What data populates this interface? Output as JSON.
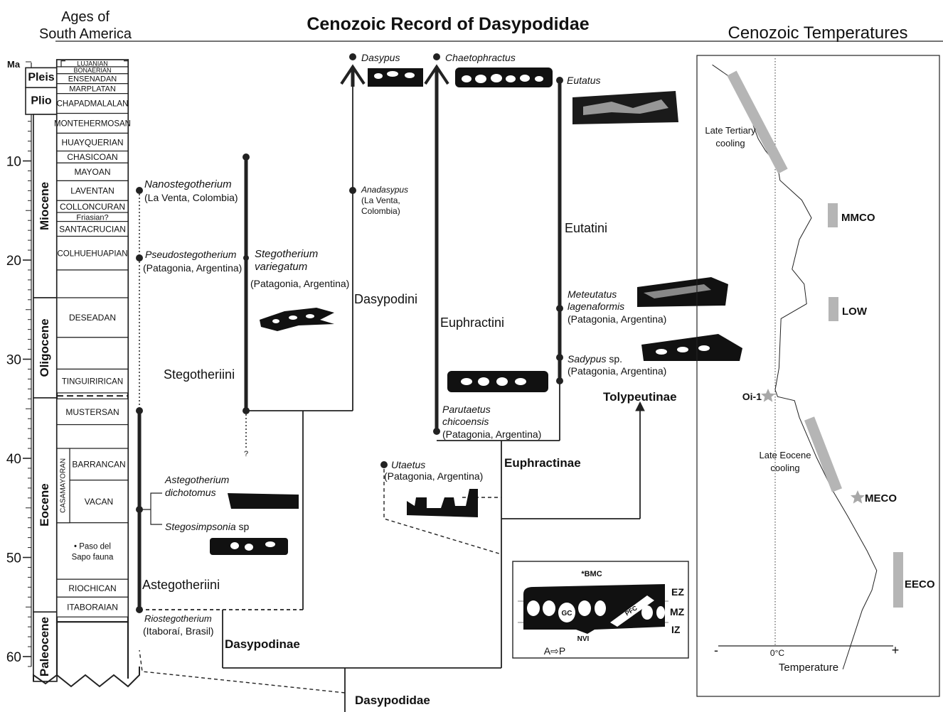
{
  "title": "Cenozoic Record of Dasypodidae",
  "sa_header": [
    "Ages of",
    "South America"
  ],
  "temp_header": "Cenozoic Temperatures",
  "axis": {
    "unit": "Ma",
    "ticks": [
      {
        "ma": 10,
        "label": "10"
      },
      {
        "ma": 20,
        "label": "20"
      },
      {
        "ma": 30,
        "label": "30"
      },
      {
        "ma": 40,
        "label": "40"
      },
      {
        "ma": 50,
        "label": "50"
      },
      {
        "ma": 60,
        "label": "60"
      }
    ]
  },
  "epochs": [
    {
      "label": "Pleis",
      "from": 0.6,
      "to": 2.6
    },
    {
      "label": "Plio",
      "from": 2.6,
      "to": 5.3
    },
    {
      "label": "Miocene",
      "from": 5.3,
      "to": 23.8
    },
    {
      "label": "Oligocene",
      "from": 23.8,
      "to": 33.9
    },
    {
      "label": "Eocene",
      "from": 33.9,
      "to": 55.5
    },
    {
      "label": "Paleocene",
      "from": 55.5,
      "to": 62.5
    }
  ],
  "salma": [
    {
      "label": "LUJANIAN",
      "from": -0.2,
      "to": 0.5
    },
    {
      "label": "BONAERIAN",
      "from": 0.5,
      "to": 1.2
    },
    {
      "label": "ENSENADAN",
      "from": 1.2,
      "to": 2.2
    },
    {
      "label": "MARPLATAN",
      "from": 2.2,
      "to": 3.2
    },
    {
      "label": "CHAPADMALALAN",
      "from": 3.2,
      "to": 5.2
    },
    {
      "label": "MONTEHERMOSAN",
      "from": 5.2,
      "to": 7.2
    },
    {
      "label": "HUAYQUERIAN",
      "from": 7.2,
      "to": 9.0
    },
    {
      "label": "CHASICOAN",
      "from": 9.0,
      "to": 10.2
    },
    {
      "label": "MAYOAN",
      "from": 10.2,
      "to": 12.0
    },
    {
      "label": "LAVENTAN",
      "from": 12.0,
      "to": 14.0
    },
    {
      "label": "COLLONCURAN",
      "from": 14.0,
      "to": 15.2
    },
    {
      "label": "Friasian?",
      "from": 15.2,
      "to": 16.1
    },
    {
      "label": "SANTACRUCIAN",
      "from": 16.1,
      "to": 17.6
    },
    {
      "label": "COLHUEHUAPIAN",
      "from": 17.6,
      "to": 21.0
    },
    {
      "label": "",
      "from": 21.0,
      "to": 23.8
    },
    {
      "label": "DESEADAN",
      "from": 23.8,
      "to": 27.8
    },
    {
      "label": "",
      "from": 27.8,
      "to": 31.0
    },
    {
      "label": "TINGUIRIRICAN",
      "from": 31.0,
      "to": 33.4
    },
    {
      "label": "MUSTERSAN",
      "from": 34.0,
      "to": 36.6
    },
    {
      "label": "",
      "from": 36.6,
      "to": 39.0
    },
    {
      "label": "BARRANCAN",
      "from": 39.0,
      "to": 42.2
    },
    {
      "label": "VACAN",
      "from": 42.2,
      "to": 46.5
    },
    {
      "label": "• Paso del\nSapo fauna",
      "from": 46.5,
      "to": 52.2
    },
    {
      "label": "RIOCHICAN",
      "from": 52.2,
      "to": 54.0
    },
    {
      "label": "ITABORAIAN",
      "from": 54.0,
      "to": 56.0
    }
  ],
  "casamayoran": {
    "label": "CASAMAYORAN",
    "from": 39.0,
    "to": 46.5
  },
  "taxa": [
    {
      "name": "Nanostegotherium",
      "locality": "(La Venta, Colombia)",
      "ma": 12.9
    },
    {
      "name": "Pseudostegotherium",
      "locality": "(Patagonia, Argentina)",
      "ma": 19.7
    },
    {
      "name": "Stegotherium variegatum",
      "locality": "(Patagonia, Argentina)",
      "ma": 19.7
    },
    {
      "name": "Astegotherium dichotomus",
      "locality": "",
      "ma": 45.0
    },
    {
      "name": "Stegosimpsonia sp",
      "locality": "",
      "ma": 45.0
    },
    {
      "name": "Riostegotherium",
      "locality": "(Itaboraí, Brasil)",
      "ma": 55.0
    },
    {
      "name": "Dasypus",
      "locality": "",
      "ma": 0
    },
    {
      "name": "Anadasypus",
      "locality": "(La Venta, Colombia)",
      "ma": 12.9
    },
    {
      "name": "Chaetophractus",
      "locality": "",
      "ma": 0
    },
    {
      "name": "Parutaetus chicoensis",
      "locality": "(Patagonia, Argentina)",
      "ma": 37.2
    },
    {
      "name": "Eutatus",
      "locality": "",
      "ma": 2.0
    },
    {
      "name": "Meteutatus lagenaformis",
      "locality": "(Patagonia, Argentina)",
      "ma": 24.8
    },
    {
      "name": "Sadypus sp.",
      "locality": "(Patagonia, Argentina)",
      "ma": 29.8
    },
    {
      "name": "Utaetus",
      "locality": "(Patagonia, Argentina)",
      "ma": 40.5
    }
  ],
  "text": {
    "nano_name": "Nanostegotherium",
    "nano_loc": "(La Venta, Colombia)",
    "pseudo_name": "Pseudostegotherium",
    "pseudo_loc": "(Patagonia, Argentina)",
    "steg_var_1": "Stegotherium",
    "steg_var_2": "variegatum",
    "steg_var_loc": "(Patagonia, Argentina)",
    "astego_1": "Astegotherium",
    "astego_2": "dichotomus",
    "stegosimp_name": "Stegosimpsonia",
    "stegosimp_sp": " sp",
    "rio_name": "Riostegotherium",
    "rio_loc": "(Itaboraí, Brasil)",
    "dasypus": "Dasypus",
    "anadasypus": "Anadasypus",
    "anadasypus_loc1": "(La Venta,",
    "anadasypus_loc2": "Colombia)",
    "chaeto": "Chaetophractus",
    "paru_1": "Parutaetus",
    "paru_2": "chicoensis",
    "paru_loc": "(Patagonia, Argentina)",
    "eutatus": "Eutatus",
    "meteu_1": "Meteutatus",
    "meteu_2": "lagenaformis",
    "meteu_loc": "(Patagonia, Argentina)",
    "sadypus_name": "Sadypus",
    "sadypus_sp": " sp.",
    "sadypus_loc": "(Patagonia, Argentina)",
    "utaetus": "Utaetus",
    "utaetus_loc": "(Patagonia, Argentina)",
    "question": "?"
  },
  "clades": {
    "stegotheriini": "Stegotheriini",
    "dasypodini": "Dasypodini",
    "euphractini": "Euphractini",
    "eutatini": "Eutatini",
    "astegotheriini": "Astegotheriini",
    "dasypodinae": "Dasypodinae",
    "euphractinae": "Euphractinae",
    "tolypeutinae": "Tolypeutinae",
    "dasypodidae": "Dasypodidae"
  },
  "inset": {
    "bmc": "*BMC",
    "ez": "EZ",
    "mz": "MZ",
    "iz": "IZ",
    "gc": "GC",
    "pfc": "PFC",
    "nvi": "NVI",
    "orientation": "A⇨P"
  },
  "temperature": {
    "axis_label": "Temperature",
    "minus": "-",
    "plus": "+",
    "zero": "0°C",
    "curve": [
      [
        -1.3,
        0.3
      ],
      [
        -0.8,
        2.0
      ],
      [
        -0.65,
        3.5
      ],
      [
        -0.5,
        5.0
      ],
      [
        -0.45,
        6.5
      ],
      [
        -0.35,
        7.8
      ],
      [
        -0.2,
        9.0
      ],
      [
        0.05,
        10.5
      ],
      [
        0.1,
        12.0
      ],
      [
        0.55,
        14.0
      ],
      [
        0.75,
        15.8
      ],
      [
        0.5,
        18.0
      ],
      [
        0.35,
        21.0
      ],
      [
        0.6,
        22.5
      ],
      [
        0.65,
        24.5
      ],
      [
        0.12,
        26.0
      ],
      [
        0.1,
        28.5
      ],
      [
        0.08,
        31.0
      ],
      [
        0.0,
        33.2
      ],
      [
        0.05,
        33.9
      ],
      [
        0.4,
        34.3
      ],
      [
        0.5,
        36.0
      ],
      [
        0.85,
        40.0
      ],
      [
        1.2,
        43.5
      ],
      [
        1.5,
        46.0
      ],
      [
        1.9,
        49.5
      ],
      [
        2.1,
        51.5
      ],
      [
        2.0,
        53.5
      ],
      [
        1.8,
        55.5
      ],
      [
        1.4,
        61.5
      ]
    ],
    "events": [
      {
        "label": "Late Tertiary\ncooling",
        "from": 2.0,
        "to": 11.0
      },
      {
        "label": "Late Eocene\ncooling",
        "from": 35.5,
        "to": 42.5
      },
      {
        "label": "MMCO",
        "ma": 15.8
      },
      {
        "label": "LOW",
        "ma": 24.8
      },
      {
        "label": "Oi-1",
        "ma": 33.7
      },
      {
        "label": "MECO",
        "ma": 43.8
      },
      {
        "label": "EECO",
        "ma": 52.5
      }
    ],
    "event_labels": {
      "late_tertiary_1": "Late Tertiary",
      "late_tertiary_2": "cooling",
      "late_eocene_1": "Late Eocene",
      "late_eocene_2": "cooling",
      "mmco": "MMCO",
      "low": "LOW",
      "oi1": "Oi-1",
      "meco": "MECO",
      "eeco": "EECO"
    }
  }
}
